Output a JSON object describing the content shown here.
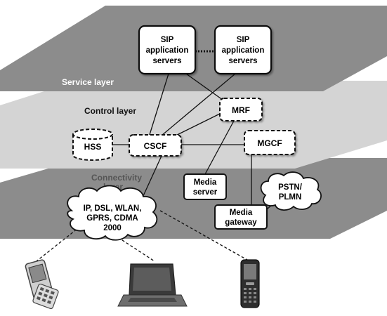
{
  "layers": {
    "service": "Service layer",
    "control": "Control layer",
    "connectivity_line1": "Connectivity",
    "connectivity_line2": "layer"
  },
  "nodes": {
    "sip1": [
      "SIP",
      "application",
      "servers"
    ],
    "sip2": [
      "SIP",
      "application",
      "servers"
    ],
    "mrf": "MRF",
    "hss": "HSS",
    "cscf": "CSCF",
    "mgcf": "MGCF",
    "media_server": [
      "Media",
      "server"
    ],
    "media_gateway": [
      "Media",
      "gateway"
    ],
    "pstn": [
      "PSTN/",
      "PLMN"
    ],
    "access": [
      "IP, DSL, WLAN,",
      "GPRS, CDMA",
      "2000"
    ]
  },
  "colors": {
    "service_plane": "#8c8c8c",
    "control_plane": "#d4d4d4",
    "connectivity_plane": "#8c8c8c",
    "layer_label_light": "#ffffff",
    "layer_label_dark": "#111111",
    "connectivity_label": "#555555"
  },
  "icons": [
    "pda-phone-icon",
    "laptop-icon",
    "mobile-phone-icon"
  ]
}
